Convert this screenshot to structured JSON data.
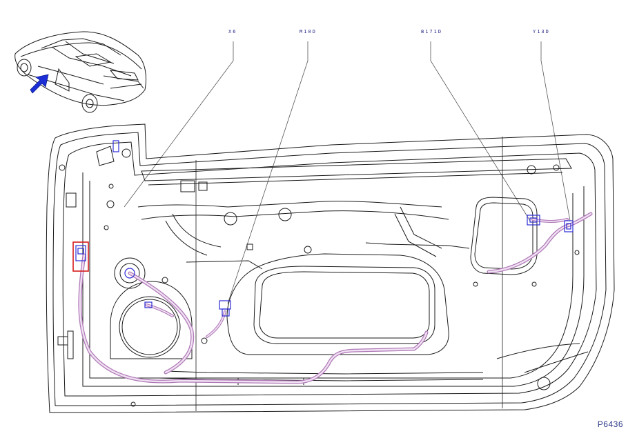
{
  "callouts": [
    {
      "id": "x6",
      "label": "X6"
    },
    {
      "id": "m10d",
      "label": "M10D"
    },
    {
      "id": "b171d",
      "label": "B171D"
    },
    {
      "id": "y13d",
      "label": "Y13D"
    }
  ],
  "reference_code": "P6436",
  "colors": {
    "line": "#1a1a1a",
    "harness": "#b07ab8",
    "harness_fill": "#f1e2f3",
    "connector": "#2b2bd6",
    "highlight": "#d61a1a",
    "arrow": "#1c2fd6",
    "label": "#2a2a8a"
  },
  "icons": [
    "car-locator-icon",
    "location-arrow-icon"
  ]
}
